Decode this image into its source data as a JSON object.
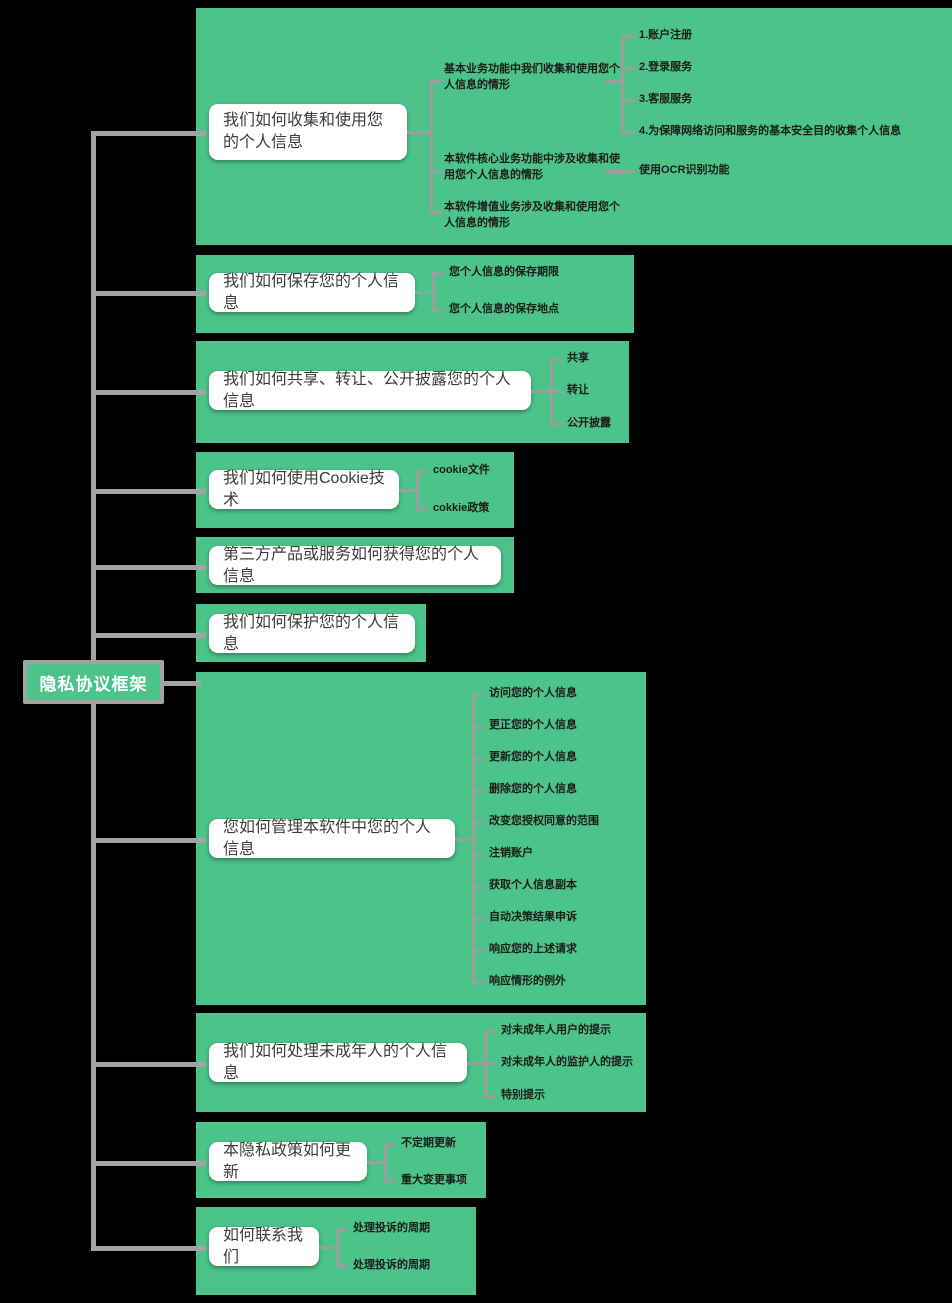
{
  "diagram": {
    "title": "隐私协议框架",
    "type": "mindmap",
    "root_label": "隐私协议框架",
    "colors": {
      "background": "#000000",
      "highlight_block": "#4CC389",
      "root_fill": "#4CC389",
      "root_text": "#ffffff",
      "node_fill": "#ffffff",
      "node_text": "#3d3d3d",
      "leaf_text": "#1c1c1c",
      "connector": "#a3a3a3"
    },
    "branches": [
      {
        "label": "我们如何收集和使用您的个人信息",
        "children": [
          {
            "label": "基本业务功能中我们收集和使用您个人信息的情形",
            "children": [
              {
                "label": "1.账户注册"
              },
              {
                "label": "2.登录服务"
              },
              {
                "label": "3.客服服务"
              },
              {
                "label": "4.为保障网络访问和服务的基本安全目的收集个人信息"
              }
            ]
          },
          {
            "label": "本软件核心业务功能中涉及收集和使用您个人信息的情形",
            "children": [
              {
                "label": "使用OCR识别功能"
              }
            ]
          },
          {
            "label": "本软件增值业务涉及收集和使用您个人信息的情形",
            "children": []
          }
        ]
      },
      {
        "label": "我们如何保存您的个人信息",
        "children": [
          {
            "label": "您个人信息的保存期限"
          },
          {
            "label": "您个人信息的保存地点"
          }
        ]
      },
      {
        "label": "我们如何共享、转让、公开披露您的个人信息",
        "children": [
          {
            "label": "共享"
          },
          {
            "label": "转让"
          },
          {
            "label": "公开披露"
          }
        ]
      },
      {
        "label": "我们如何使用Cookie技术",
        "children": [
          {
            "label": "cookie文件"
          },
          {
            "label": "cokkie政策"
          }
        ]
      },
      {
        "label": "第三方产品或服务如何获得您的个人信息",
        "children": []
      },
      {
        "label": "我们如何保护您的个人信息",
        "children": []
      },
      {
        "label": "您如何管理本软件中您的个人信息",
        "children": [
          {
            "label": "访问您的个人信息"
          },
          {
            "label": "更正您的个人信息"
          },
          {
            "label": "更新您的个人信息"
          },
          {
            "label": "删除您的个人信息"
          },
          {
            "label": "改变您授权同意的范围"
          },
          {
            "label": "注销账户"
          },
          {
            "label": "获取个人信息副本"
          },
          {
            "label": "自动决策结果申诉"
          },
          {
            "label": "响应您的上述请求"
          },
          {
            "label": "响应情形的例外"
          }
        ]
      },
      {
        "label": "我们如何处理未成年人的个人信息",
        "children": [
          {
            "label": "对未成年人用户的提示"
          },
          {
            "label": "对未成年人的监护人的提示"
          },
          {
            "label": "特别提示"
          }
        ]
      },
      {
        "label": "本隐私政策如何更新",
        "children": [
          {
            "label": "不定期更新"
          },
          {
            "label": "重大变更事项"
          }
        ]
      },
      {
        "label": "如何联系我们",
        "children": [
          {
            "label": "处理投诉的周期"
          },
          {
            "label": "处理投诉的周期"
          }
        ]
      }
    ]
  }
}
